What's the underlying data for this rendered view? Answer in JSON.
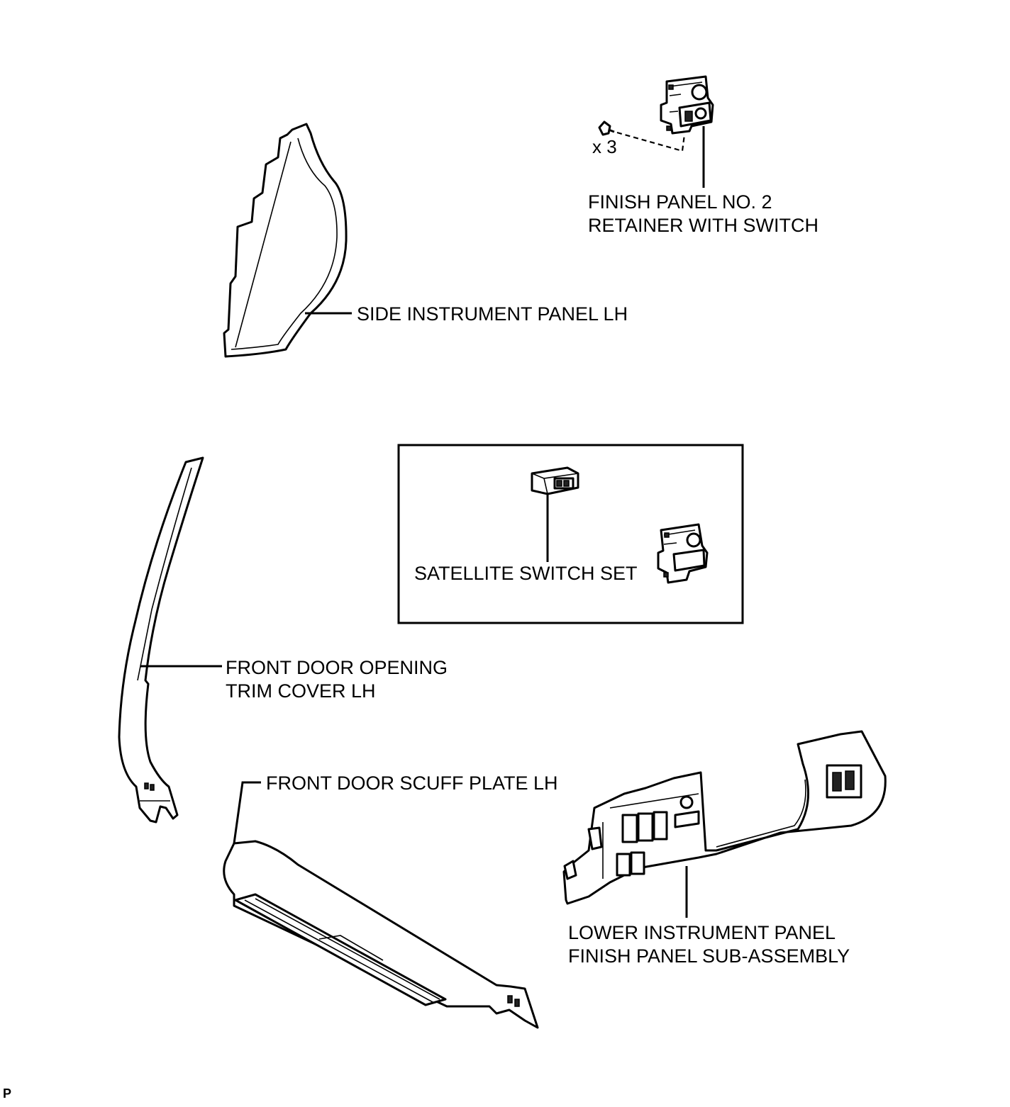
{
  "labels": {
    "finish_panel_line1": "FINISH PANEL NO. 2",
    "finish_panel_line2": "RETAINER WITH SWITCH",
    "screw_count": "x 3",
    "side_panel": "SIDE INSTRUMENT PANEL LH",
    "satellite_switch": "SATELLITE SWITCH SET",
    "door_trim_line1": "FRONT DOOR OPENING",
    "door_trim_line2": "TRIM COVER LH",
    "scuff_plate": "FRONT DOOR SCUFF PLATE LH",
    "lower_panel_line1": "LOWER INSTRUMENT PANEL",
    "lower_panel_line2": "FINISH PANEL SUB-ASSEMBLY"
  },
  "figure_code": "P"
}
